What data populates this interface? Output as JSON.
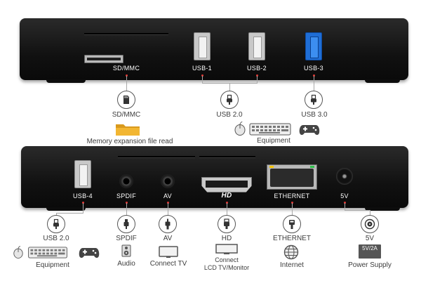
{
  "top_panel": {
    "sd_label": "SD/MMC",
    "usb1_label": "USB-1",
    "usb2_label": "USB-2",
    "usb3_label": "USB-3"
  },
  "top_callouts": {
    "sd_title": "SD/MMC",
    "sd_desc": "Memory expansion file read",
    "usb20_title": "USB 2.0",
    "usb30_title": "USB 3.0",
    "equipment": "Equipment"
  },
  "bottom_panel": {
    "usb4_label": "USB-4",
    "spdif_label": "SPDIF",
    "av_label": "AV",
    "hd_label": "HD",
    "ethernet_label": "ETHERNET",
    "power_label": "5V"
  },
  "bottom_callouts": {
    "usb20_title": "USB 2.0",
    "equipment": "Equipment",
    "spdif_title": "SPDIF",
    "audio": "Audio",
    "av_title": "AV",
    "connect_tv": "Connect TV",
    "hd_title": "HD",
    "connect_lcd_line1": "Connect",
    "connect_lcd_line2": "LCD TV/Monitor",
    "ethernet_title": "ETHERNET",
    "internet": "Internet",
    "v5_title": "5V",
    "adapter_rating": "5V/2A",
    "power_supply": "Power Supply"
  },
  "colors": {
    "device_body": "#111111",
    "usb3_port": "#1f6ed6",
    "leader_dot": "#e53935",
    "leader_line": "#a9a9a9",
    "folder": "#f2b632"
  }
}
